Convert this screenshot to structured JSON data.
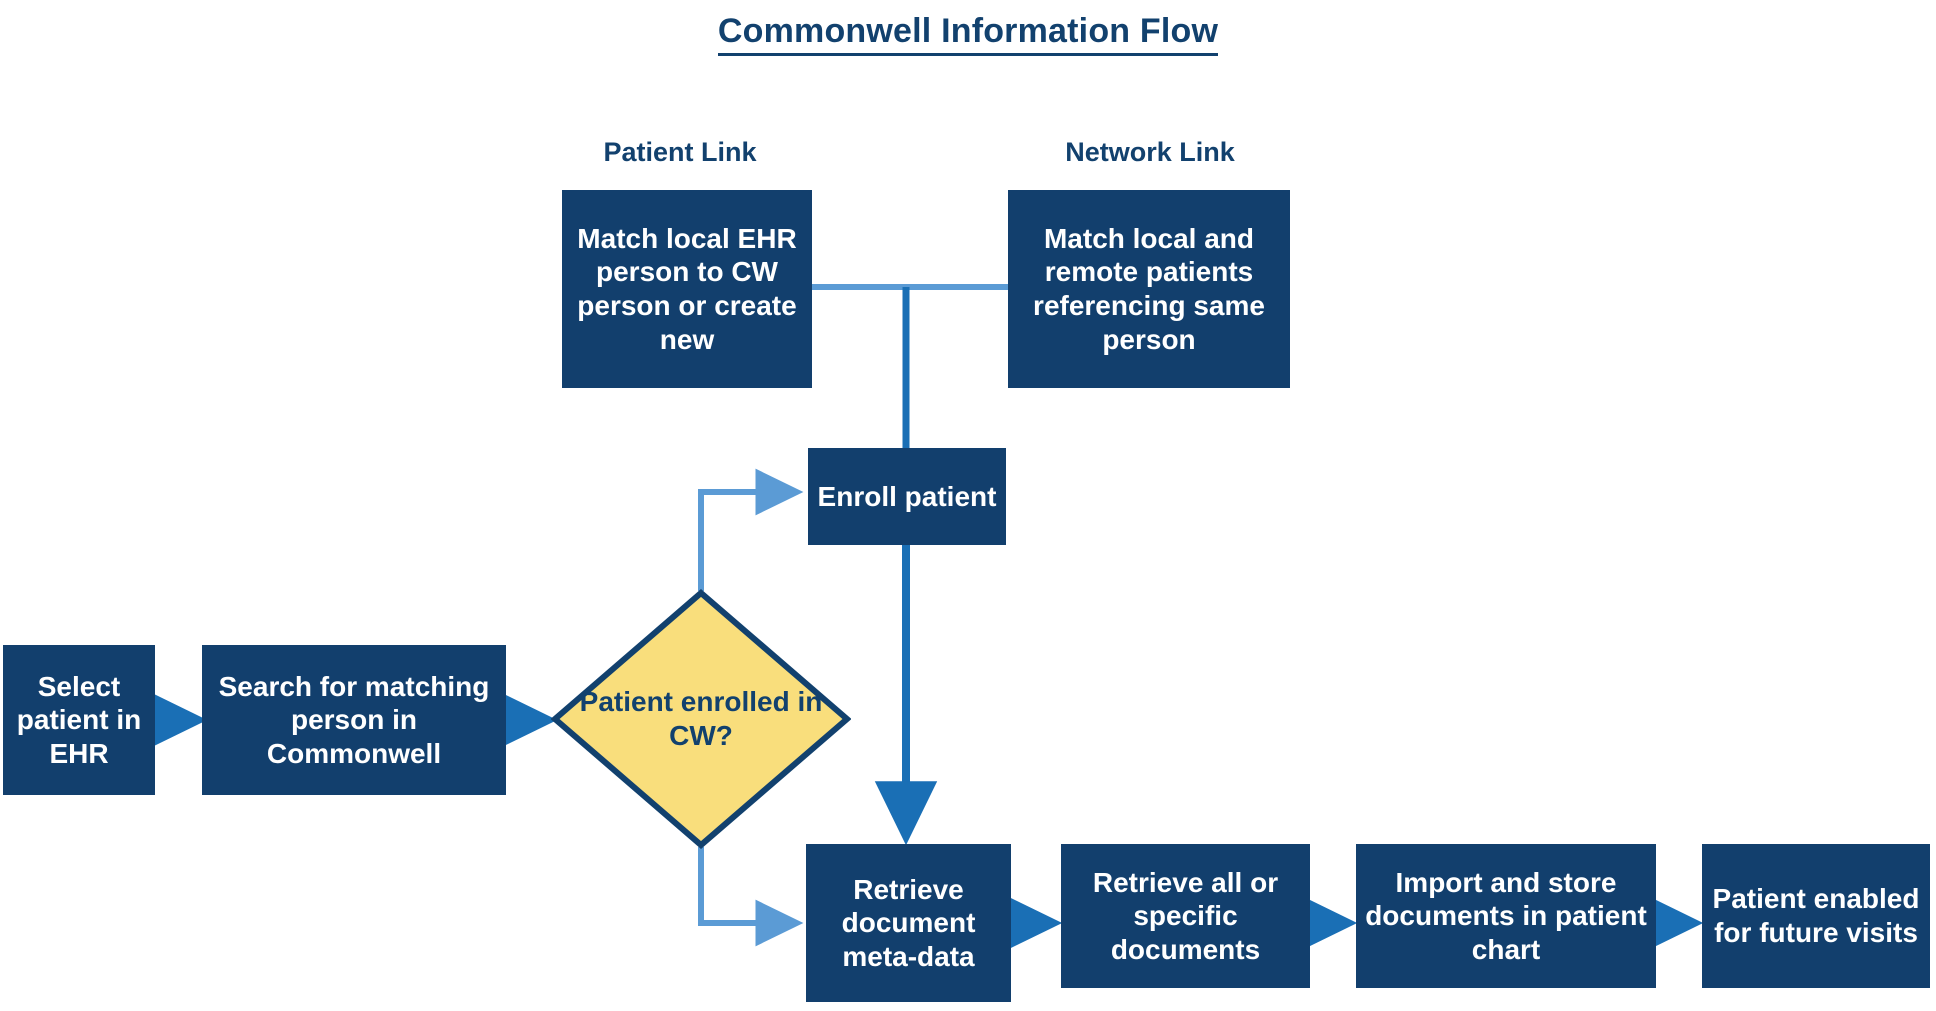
{
  "page": {
    "title": "Commonwell Information Flow",
    "background_color": "#ffffff"
  },
  "colors": {
    "node_fill": "#123F6D",
    "node_text": "#ffffff",
    "decision_fill": "#F9DE7C",
    "decision_border": "#12416E",
    "decision_text": "#12416E",
    "title_text": "#12416E",
    "group_label_text": "#12416E",
    "arrow_primary": "#1A6FB5",
    "arrow_secondary": "#5B9BD5"
  },
  "group_labels": [
    {
      "id": "patient-link",
      "text": "Patient Link"
    },
    {
      "id": "network-link",
      "text": "Network Link"
    }
  ],
  "nodes": [
    {
      "id": "match-local-ehr",
      "text": "Match local EHR person to CW person or create new",
      "type": "process"
    },
    {
      "id": "match-local-remote",
      "text": "Match local and remote patients referencing same person",
      "type": "process"
    },
    {
      "id": "enroll-patient",
      "text": "Enroll patient",
      "type": "process"
    },
    {
      "id": "select-patient",
      "text": "Select patient in EHR",
      "type": "process"
    },
    {
      "id": "search-matching",
      "text": "Search for matching person in Commonwell",
      "type": "process"
    },
    {
      "id": "patient-enrolled",
      "text": "Patient enrolled in CW?",
      "type": "decision"
    },
    {
      "id": "retrieve-metadata",
      "text": "Retrieve document meta-data",
      "type": "process"
    },
    {
      "id": "retrieve-documents",
      "text": "Retrieve all or specific documents",
      "type": "process"
    },
    {
      "id": "import-store",
      "text": "Import and store documents in patient chart",
      "type": "process"
    },
    {
      "id": "patient-enabled",
      "text": "Patient enabled for future visits",
      "type": "process"
    }
  ],
  "connectors": [
    {
      "id": "c1",
      "from": "select-patient",
      "to": "search-matching",
      "style": "arrow",
      "color": "#1A6FB5"
    },
    {
      "id": "c2",
      "from": "search-matching",
      "to": "patient-enrolled",
      "style": "arrow",
      "color": "#1A6FB5"
    },
    {
      "id": "c3",
      "from": "patient-enrolled",
      "to": "enroll-patient",
      "style": "elbow-arrow",
      "color": "#5B9BD5"
    },
    {
      "id": "c4",
      "from": "patient-enrolled",
      "to": "retrieve-metadata",
      "style": "elbow-arrow",
      "color": "#5B9BD5"
    },
    {
      "id": "c5",
      "from": "enroll-patient",
      "to": "retrieve-metadata",
      "style": "arrow",
      "color": "#1A6FB5"
    },
    {
      "id": "c6",
      "from": "match-local-ehr",
      "to": "match-local-remote",
      "style": "line",
      "color": "#5B9BD5"
    },
    {
      "id": "c7",
      "from": "link-junction",
      "to": "enroll-patient",
      "style": "line",
      "color": "#1A6FB5"
    },
    {
      "id": "c8",
      "from": "retrieve-metadata",
      "to": "retrieve-documents",
      "style": "arrow",
      "color": "#1A6FB5"
    },
    {
      "id": "c9",
      "from": "retrieve-documents",
      "to": "import-store",
      "style": "arrow",
      "color": "#1A6FB5"
    },
    {
      "id": "c10",
      "from": "import-store",
      "to": "patient-enabled",
      "style": "arrow",
      "color": "#1A6FB5"
    }
  ]
}
